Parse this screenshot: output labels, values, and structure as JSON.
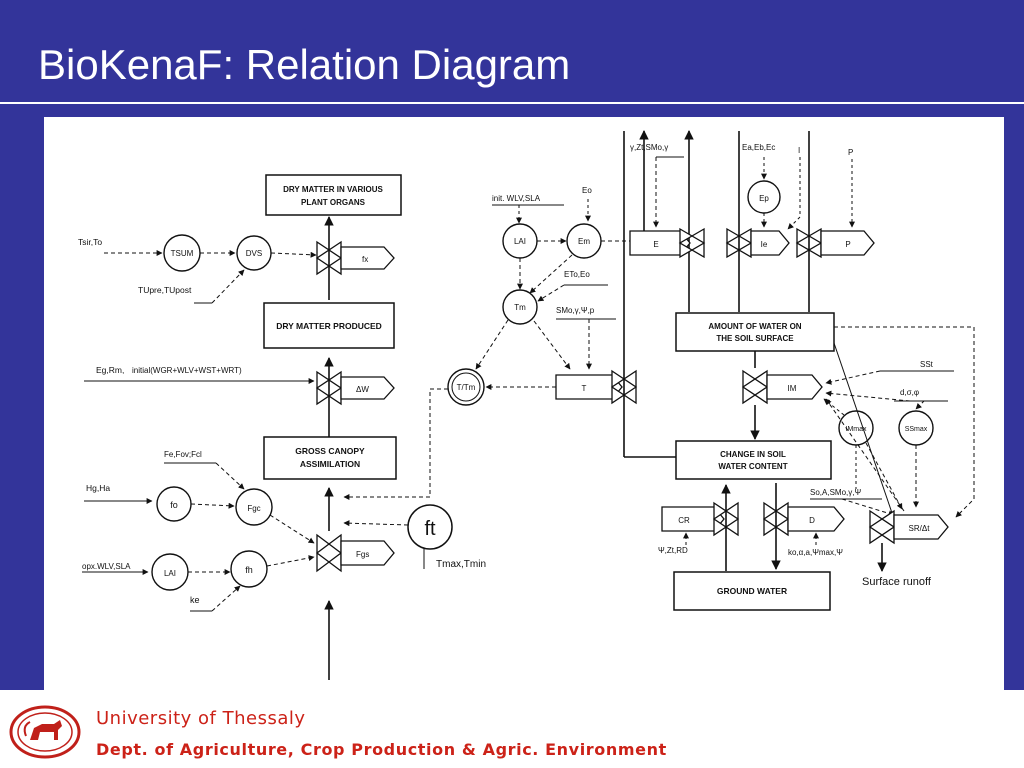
{
  "title": "BioKenaF: Relation Diagram",
  "footer": {
    "university": "University of Thessaly",
    "department": "Dept. of Agriculture, Crop Production & Agric. Environment"
  },
  "colors": {
    "slide_background": "#33349a",
    "title_text": "#ffffff",
    "footer_text": "#cc2218"
  },
  "diagram": {
    "boxes": {
      "dry_matter_organs": [
        "DRY MATTER IN VARIOUS",
        "PLANT ORGANS"
      ],
      "dry_matter_produced": "DRY MATTER PRODUCED",
      "gross_canopy": [
        "GROSS CANOPY",
        "ASSIMILATION"
      ],
      "water_surface": [
        "AMOUNT OF WATER ON",
        "THE SOIL SURFACE"
      ],
      "change_soil_water": [
        "CHANGE IN SOIL",
        "WATER CONTENT"
      ],
      "ground_water": "GROUND WATER"
    },
    "circles": {
      "tsum": "TSUM",
      "dvs": "DVS",
      "lai_top": "LAI",
      "em": "Em",
      "tm": "Tm",
      "t_ratio": "T/Tm",
      "fo": "fo",
      "lai_bottom": "LAI",
      "fh": "fh",
      "ft": "ft",
      "ep": "Ep",
      "im_max": "IMmax",
      "ss_max": "SSmax"
    },
    "valves": {
      "fx": "fx",
      "dw": "ΔW",
      "fgc": "Fgc",
      "fgs": "Fgs",
      "e": "E",
      "ie": "Ie",
      "p": "P",
      "t": "T",
      "im": "IM",
      "cr": "CR",
      "d": "D",
      "sr": "SR/Δt"
    },
    "labels": {
      "tsir": "Tsir,To",
      "tu": "TUpre,TUpost",
      "init_lai": "init. WLV,SLA",
      "eo": "Eo",
      "eto": "ETo,Eo",
      "smo": "SMo,γ,Ψ,p",
      "egrm": "Eg,Rm,",
      "initial": "initial(WGR+WLV+WST+WRT)",
      "ffc": "Fe,Fov;Fcl",
      "hgha": "Hg,Ha",
      "opx": "opx.WLV,SLA",
      "ke": "ke",
      "tmax": "Tmax,Tmin",
      "top_e": "γ,Zt,SMo,γ",
      "top_ie": "Ea,Eb,Ec",
      "top_i": "I",
      "top_p": "P",
      "sst": "SSt",
      "dcp": "d,σ,φ",
      "soa": "So,A,SMo,γ,Ψ",
      "cr_label": "Ψ,Zt,RD",
      "d_label": "ko,α,a,Ψmax,Ψ",
      "runoff": "Surface runoff"
    }
  }
}
